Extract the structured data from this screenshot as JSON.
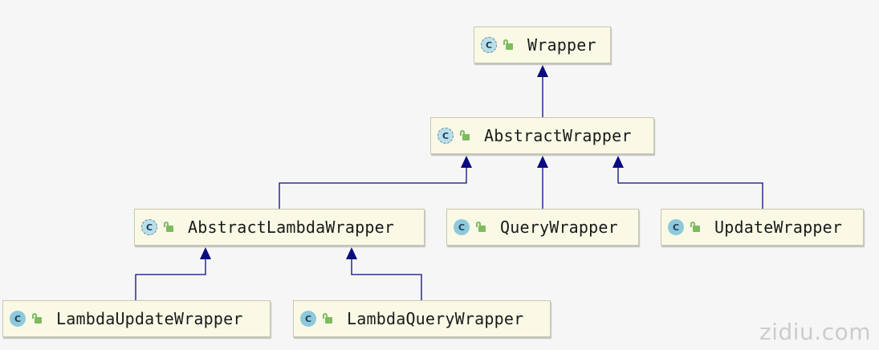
{
  "diagram": {
    "nodes": {
      "wrapper": {
        "label": "Wrapper",
        "class_icon": "C",
        "abstract": true
      },
      "abstract_wrapper": {
        "label": "AbstractWrapper",
        "class_icon": "C",
        "abstract": true
      },
      "abstract_lambda_wrapper": {
        "label": "AbstractLambdaWrapper",
        "class_icon": "C",
        "abstract": true
      },
      "query_wrapper": {
        "label": "QueryWrapper",
        "class_icon": "C",
        "abstract": false
      },
      "update_wrapper": {
        "label": "UpdateWrapper",
        "class_icon": "C",
        "abstract": false
      },
      "lambda_update_wrapper": {
        "label": "LambdaUpdateWrapper",
        "class_icon": "C",
        "abstract": false
      },
      "lambda_query_wrapper": {
        "label": "LambdaQueryWrapper",
        "class_icon": "C",
        "abstract": false
      }
    },
    "edges": [
      {
        "from": "abstract_wrapper",
        "to": "wrapper",
        "type": "inheritance"
      },
      {
        "from": "abstract_lambda_wrapper",
        "to": "abstract_wrapper",
        "type": "inheritance"
      },
      {
        "from": "query_wrapper",
        "to": "abstract_wrapper",
        "type": "inheritance"
      },
      {
        "from": "update_wrapper",
        "to": "abstract_wrapper",
        "type": "inheritance"
      },
      {
        "from": "lambda_update_wrapper",
        "to": "abstract_lambda_wrapper",
        "type": "inheritance"
      },
      {
        "from": "lambda_query_wrapper",
        "to": "abstract_lambda_wrapper",
        "type": "inheritance"
      }
    ],
    "colors": {
      "edge": "#0b0b80",
      "node_fill": "#f9f9e6",
      "class_icon": "#8ec9db",
      "lock_icon": "#7dbb5d"
    },
    "icons": {
      "class": "class-icon",
      "visibility": "public-lock-icon"
    }
  },
  "watermark": {
    "text": "zidiu.com"
  }
}
